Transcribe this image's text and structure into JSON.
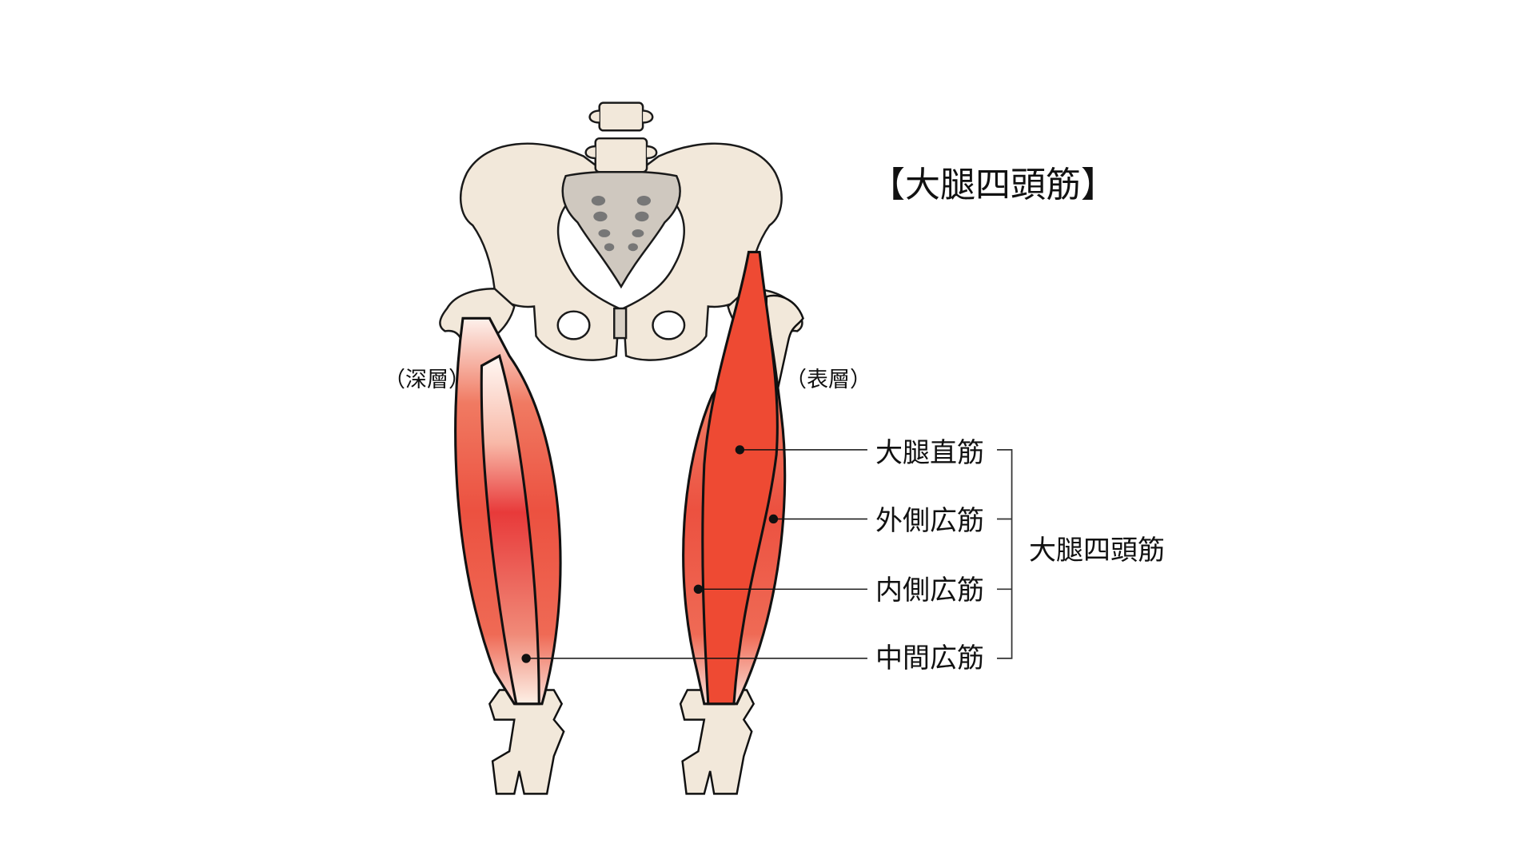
{
  "title": "【大腿四頭筋】",
  "layers": {
    "deep": "（深層）",
    "superficial": "（表層）"
  },
  "muscles": [
    {
      "name": "大腿直筋"
    },
    {
      "name": "外側広筋"
    },
    {
      "name": "内側広筋"
    },
    {
      "name": "中間広筋"
    }
  ],
  "group_label": "大腿四頭筋",
  "colors": {
    "bone": "#f2e8da",
    "sacrum": "#cfc8bf",
    "muscle": "#ec5a45",
    "line": "#111111"
  }
}
